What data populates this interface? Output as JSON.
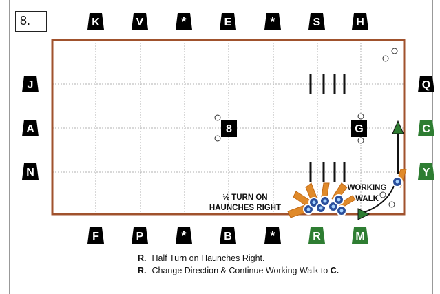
{
  "pattern_number": "8.",
  "arena": {
    "top_letters": [
      {
        "label": "K",
        "color": "#000000"
      },
      {
        "label": "V",
        "color": "#000000"
      },
      {
        "label": "*",
        "color": "#000000"
      },
      {
        "label": "E",
        "color": "#000000"
      },
      {
        "label": "*",
        "color": "#000000"
      },
      {
        "label": "S",
        "color": "#000000"
      },
      {
        "label": "H",
        "color": "#000000"
      }
    ],
    "bottom_letters": [
      {
        "label": "F",
        "color": "#000000"
      },
      {
        "label": "P",
        "color": "#000000"
      },
      {
        "label": "*",
        "color": "#000000"
      },
      {
        "label": "B",
        "color": "#000000"
      },
      {
        "label": "*",
        "color": "#000000"
      },
      {
        "label": "R",
        "color": "#2e7d32"
      },
      {
        "label": "M",
        "color": "#2e7d32"
      }
    ],
    "left_letters": [
      {
        "label": "J",
        "color": "#000000"
      },
      {
        "label": "A",
        "color": "#000000"
      },
      {
        "label": "N",
        "color": "#000000"
      }
    ],
    "right_letters": [
      {
        "label": "Q",
        "color": "#000000"
      },
      {
        "label": "C",
        "color": "#2e7d32"
      },
      {
        "label": "Y",
        "color": "#2e7d32"
      }
    ],
    "center_markers": [
      "8",
      "G"
    ],
    "annotations": {
      "turn_line1": "½ TURN ON",
      "turn_line2": "HAUNCHES RIGHT",
      "walk_line1": "WORKING",
      "walk_line2": "WALK"
    },
    "colors": {
      "arena_border": "#a0522d",
      "grid": "#b0b0b0",
      "letter_black": "#000000",
      "letter_green": "#2e7d32",
      "horse_path": "#e08a2a",
      "arrow_green": "#2e7d32"
    }
  },
  "instructions": [
    {
      "letter": "R.",
      "text": "Half Turn on Haunches Right.",
      "suffix": ""
    },
    {
      "letter": "R.",
      "text": "Change Direction & Continue Working Walk to ",
      "suffix": "C."
    }
  ]
}
